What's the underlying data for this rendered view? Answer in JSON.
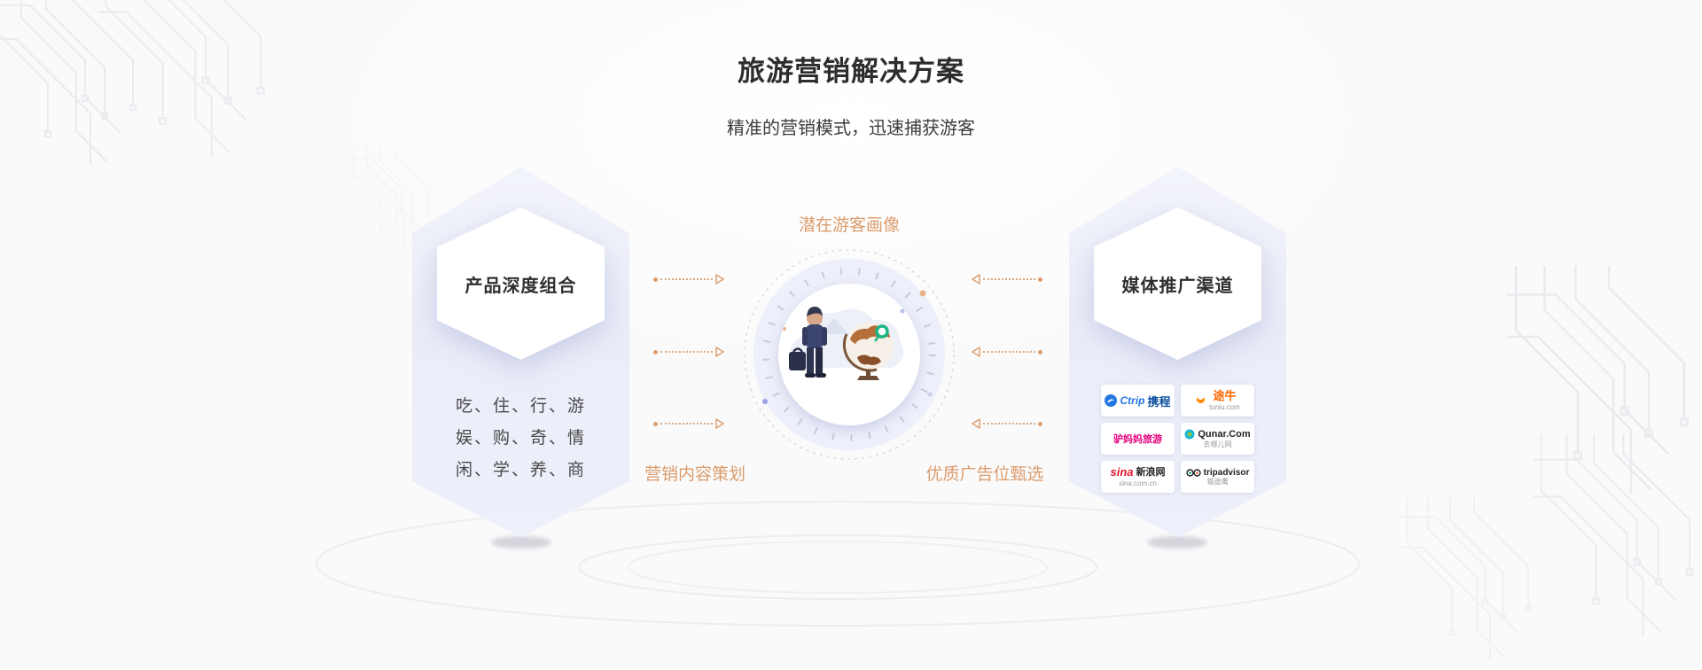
{
  "header": {
    "title": "旅游营销解决方案",
    "subtitle": "精准的营销模式，迅速捕获游客"
  },
  "left_card": {
    "title": "产品深度组合",
    "lines": [
      "吃、住、行、游",
      "娱、购、奇、情",
      "闲、学、养、商"
    ]
  },
  "center_diagram": {
    "label_top": "潜在游客画像",
    "label_bottom_left": "营销内容策划",
    "label_bottom_right": "优质广告位甄选"
  },
  "right_card": {
    "title": "媒体推广渠道",
    "logos": [
      {
        "name": "ctrip",
        "label": "Ctrip",
        "label2": "携程"
      },
      {
        "name": "tuniu",
        "label": "途牛",
        "sub": "tuniu.com"
      },
      {
        "name": "lvmama",
        "label": "驴妈妈旅游"
      },
      {
        "name": "qunar",
        "label": "Qunar.Com",
        "sub": "去哪儿网"
      },
      {
        "name": "sina",
        "label": "sina",
        "label2": "新浪网",
        "sub": "sina.com.cn"
      },
      {
        "name": "tripadvisor",
        "label": "tripadvisor",
        "sub": "猫途鹰"
      }
    ]
  },
  "colors": {
    "accent_orange": "#dd9e6f",
    "hexagon_fill": "#eceef9",
    "ctrip_blue": "#2577e3",
    "tuniu_orange": "#ff8a00",
    "lvmama_pink": "#e5007d",
    "qunar_blue": "#14b8d4",
    "sina_red": "#e6162d",
    "tripadvisor_green": "#00af87",
    "pin_green": "#1db584"
  }
}
